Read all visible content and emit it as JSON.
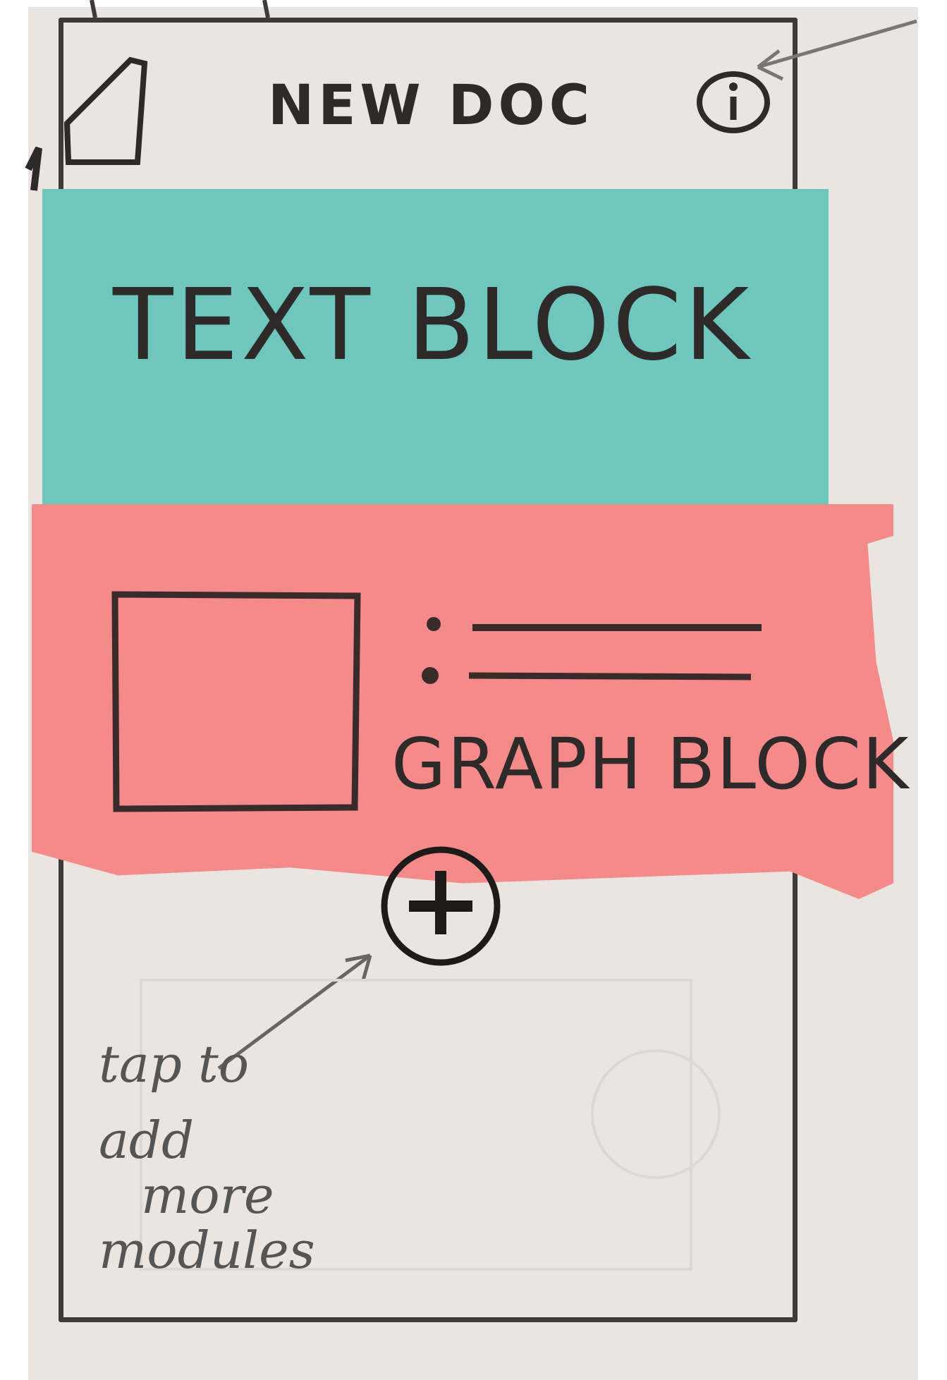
{
  "header": {
    "title": "NEW DOC"
  },
  "text_block": {
    "label": "TEXT BLOCK"
  },
  "graph_block": {
    "label": "GRAPH BLOCK"
  },
  "annotation": {
    "line1": "tap to",
    "line2": "add",
    "line3": "more",
    "line4": "modules"
  },
  "icons": {
    "edit": "edit-icon",
    "info": "info-icon",
    "add": "add-icon"
  },
  "colors": {
    "paper": "#ebe5e1",
    "ink": "#2e2a2a",
    "teal_sticky": "#6ec6bd",
    "pink_sticky": "#f58a8a"
  }
}
